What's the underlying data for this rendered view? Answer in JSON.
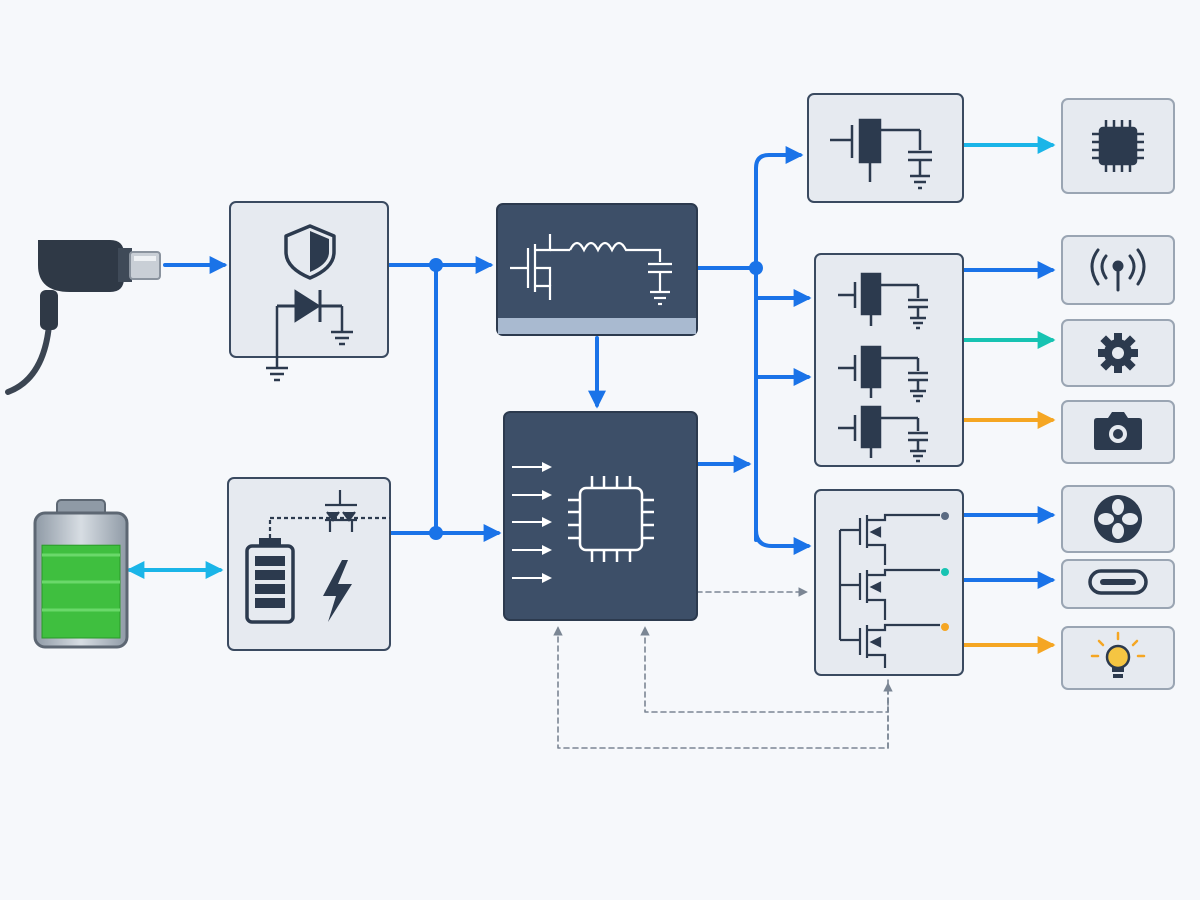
{
  "diagram": {
    "colors": {
      "background": "#f6f8fb",
      "panel_light": "#e6eaf0",
      "panel_dark": "#3d4f68",
      "panel_stroke": "#3a4a60",
      "symbol_dark": "#2c3a4e",
      "bus_blue": "#1a73e8",
      "cyan": "#1ab5e8",
      "teal": "#17c3b2",
      "amber": "#f5a623",
      "dashed": "#7b8694",
      "battery_green": "#3fbf3f"
    },
    "sources": [
      {
        "name": "dc-barrel-plug-icon"
      },
      {
        "name": "battery-pack-icon",
        "charge_level": 0.8
      }
    ],
    "stages": [
      {
        "name": "input-protection-block",
        "icons": [
          "shield-icon",
          "diode-icon",
          "ground-icon"
        ]
      },
      {
        "name": "battery-charger-block",
        "icons": [
          "battery-icon",
          "lightning-icon",
          "mosfet-icon"
        ]
      },
      {
        "name": "buck-converter-block",
        "icons": [
          "mosfet-icon",
          "inductor-icon",
          "capacitor-icon"
        ]
      },
      {
        "name": "microcontroller-block",
        "icons": [
          "chip-icon",
          "arrow-icon"
        ]
      },
      {
        "name": "ldo-regulator-single-block",
        "icons": [
          "regulator-icon",
          "capacitor-icon"
        ]
      },
      {
        "name": "ldo-regulator-triple-block",
        "icons": [
          "regulator-icon",
          "capacitor-icon"
        ]
      },
      {
        "name": "load-switch-block",
        "icons": [
          "mosfet-icon"
        ]
      }
    ],
    "loads": [
      {
        "name": "processor-chip-load-icon",
        "line_color": "cyan"
      },
      {
        "name": "wireless-antenna-load-icon",
        "line_color": "blue"
      },
      {
        "name": "gear-motor-load-icon",
        "line_color": "teal"
      },
      {
        "name": "camera-load-icon",
        "line_color": "amber"
      },
      {
        "name": "fan-load-icon",
        "line_color": "blue"
      },
      {
        "name": "usb-port-load-icon",
        "line_color": "blue"
      },
      {
        "name": "led-bulb-load-icon",
        "line_color": "amber"
      }
    ]
  }
}
